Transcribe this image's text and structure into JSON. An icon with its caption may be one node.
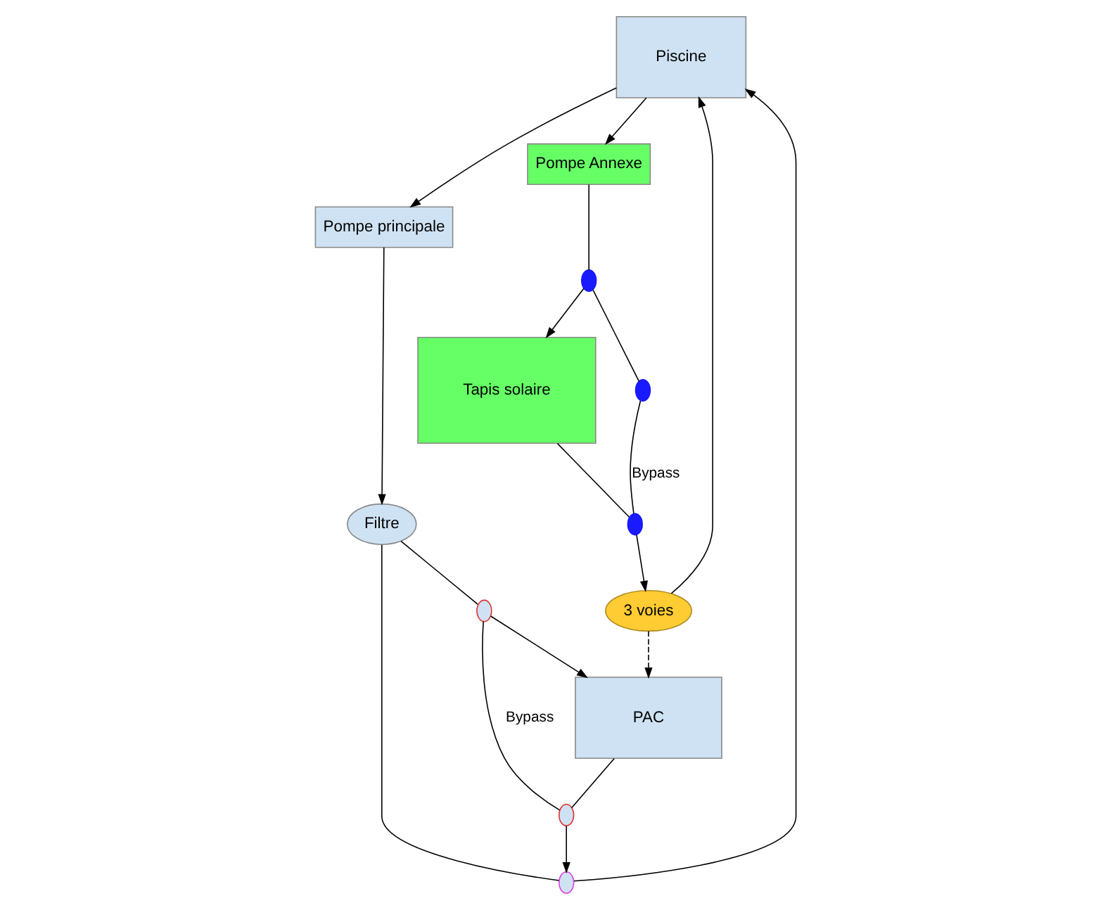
{
  "diagram": {
    "nodes": [
      {
        "text": [
          "Piscine"
        ]
      },
      {
        "text": [
          "Pompe principale"
        ]
      },
      {
        "text": [
          "Filtre"
        ]
      },
      {
        "text": [
          "3 voies"
        ]
      },
      {
        "text": [
          "Pompe Annexe"
        ]
      },
      {
        "text": [
          "PAC"
        ]
      },
      {
        "text": [
          "Tapis solaire"
        ]
      },
      {
        "text": [],
        "shape": "circle"
      },
      {
        "text": [],
        "shape": "circle"
      },
      {
        "text": [],
        "shape": "circle"
      },
      {
        "text": [],
        "shape": "circle"
      },
      {
        "text": [],
        "shape": "circle"
      },
      {
        "text": [],
        "shape": "circle"
      }
    ],
    "edges": [
      {
        "from": 0,
        "to": 1,
        "arrow": "to"
      },
      {
        "from": 1,
        "to": 2,
        "arrow": "to"
      },
      {
        "from": 2,
        "to": 7,
        "arrow": "none"
      },
      {
        "from": 7,
        "to": 0,
        "arrow": "to"
      },
      {
        "from": 2,
        "to": 9,
        "arrow": "none"
      },
      {
        "from": 9,
        "to": 5,
        "arrow": "to"
      },
      {
        "from": 5,
        "to": 8,
        "arrow": "none"
      },
      {
        "from": 8,
        "to": 7,
        "arrow": "to"
      },
      {
        "from": 8,
        "to": 9,
        "label": "Bypass",
        "arrow": "none"
      },
      {
        "from": 0,
        "to": 4,
        "arrow": "to"
      },
      {
        "from": 4,
        "to": 10,
        "arrow": "none"
      },
      {
        "from": 10,
        "to": 6,
        "arrow": "to"
      },
      {
        "from": 10,
        "to": 11,
        "arrow": "none"
      },
      {
        "from": 11,
        "to": 12,
        "label": "Bypass",
        "arrow": "none"
      },
      {
        "from": 6,
        "to": 12,
        "arrow": "none"
      },
      {
        "from": 12,
        "to": 3,
        "arrow": "to"
      },
      {
        "from": 3,
        "to": 0,
        "arrow": "to"
      },
      {
        "from": 3,
        "to": 5,
        "arrow": "to",
        "style": "dashed"
      }
    ]
  }
}
